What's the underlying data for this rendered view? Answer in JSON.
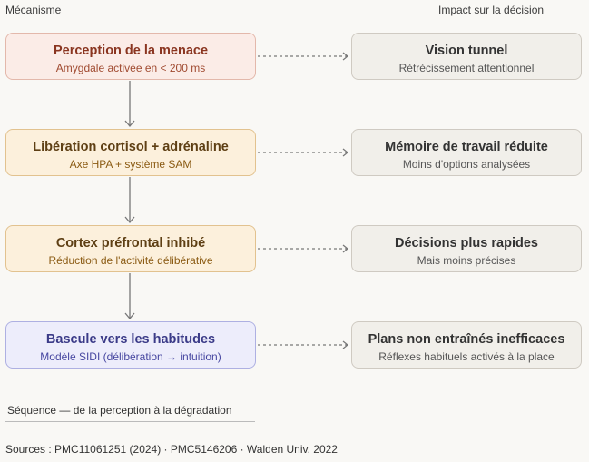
{
  "headers": {
    "left": "Mécanisme",
    "right": "Impact sur la décision"
  },
  "stages": [
    {
      "title": "Perception de la menace",
      "subtitle": "Amygdale activée en < 200 ms",
      "impact_title": "Vision tunnel",
      "impact_subtitle": "Rétrécissement attentionnel"
    },
    {
      "title": "Libération cortisol + adrénaline",
      "subtitle": "Axe HPA + système SAM",
      "impact_title": "Mémoire de travail réduite",
      "impact_subtitle": "Moins d'options analysées"
    },
    {
      "title": "Cortex préfrontal inhibé",
      "subtitle": "Réduction de l'activité délibérative",
      "impact_title": "Décisions plus rapides",
      "impact_subtitle": "Mais moins précises"
    },
    {
      "title": "Bascule vers les habitudes",
      "subtitle": "Modèle SIDI (délibération → intuition)",
      "impact_title": "Plans non entraînés inefficaces",
      "impact_subtitle": "Réflexes habituels activés à la place"
    }
  ],
  "legend": "Séquence — de la perception à la dégradation",
  "sources": "Sources : PMC11061251 (2024) · PMC5146206 · Walden Univ. 2022"
}
